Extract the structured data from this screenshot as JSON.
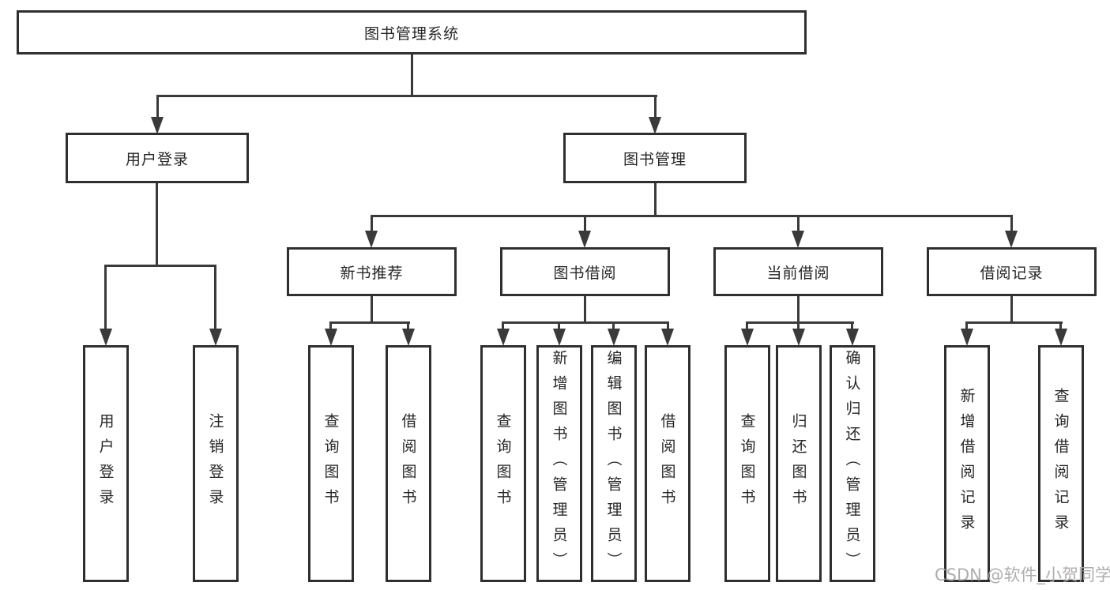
{
  "nodes": {
    "root": "图书管理系统",
    "user_login": "用户登录",
    "book_mgmt": "图书管理",
    "new_books": "新书推荐",
    "book_borrow": "图书借阅",
    "current_borrow": "当前借阅",
    "borrow_records": "借阅记录"
  },
  "leaves": {
    "user_login": [
      "用户登录",
      "注销登录"
    ],
    "new_books": [
      "查询图书",
      "借阅图书"
    ],
    "book_borrow": [
      "查询图书",
      "新增图书（管理员）",
      "编辑图书（管理员）",
      "借阅图书"
    ],
    "current_borrow": [
      "查询图书",
      "归还图书",
      "确认归还（管理员）"
    ],
    "borrow_records": [
      "新增借阅记录",
      "查询借阅记录"
    ]
  },
  "watermark": "CSDN @软件_小贺同学",
  "colors": {
    "line": "#3a3a3a",
    "border": "#2f2f2f",
    "text": "#262626",
    "watermark": "#aca9a9",
    "background": "#ffffff"
  }
}
